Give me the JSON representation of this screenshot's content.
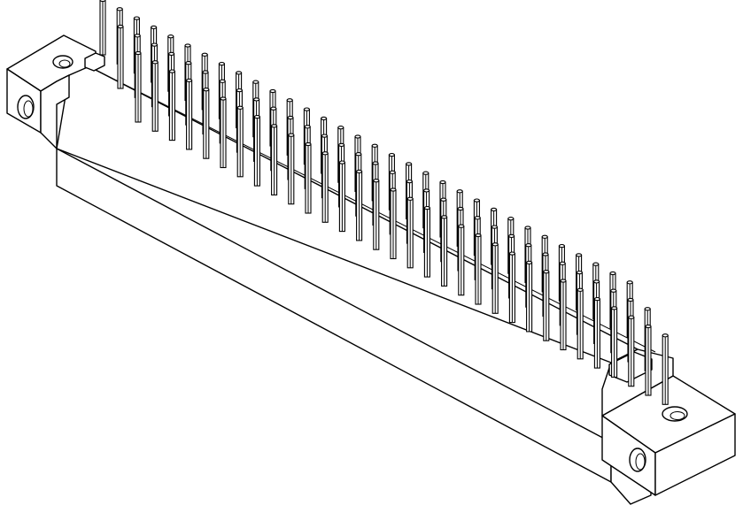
{
  "figure": {
    "subject": "connector-isometric-drawing",
    "colors": {
      "line": "#000000",
      "fill": "#ffffff"
    },
    "pin_rows": 3,
    "pin_columns": 32
  }
}
